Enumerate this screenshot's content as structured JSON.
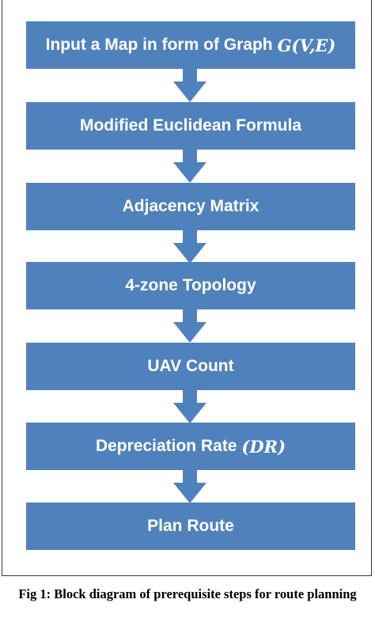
{
  "steps": [
    {
      "text": "Input a Map in form of Graph",
      "math": "G(V,E)"
    },
    {
      "text": "Modified Euclidean Formula",
      "math": ""
    },
    {
      "text": "Adjacency Matrix",
      "math": ""
    },
    {
      "text": "4-zone Topology",
      "math": ""
    },
    {
      "text": "UAV Count",
      "math": ""
    },
    {
      "text": "Depreciation Rate",
      "math": "(DR)"
    },
    {
      "text": "Plan Route",
      "math": ""
    }
  ],
  "caption": "Fig 1: Block diagram of prerequisite steps for route planning",
  "colors": {
    "box_fill": "#4f81bd",
    "box_text": "#ffffff",
    "border": "#3a3a3a"
  }
}
